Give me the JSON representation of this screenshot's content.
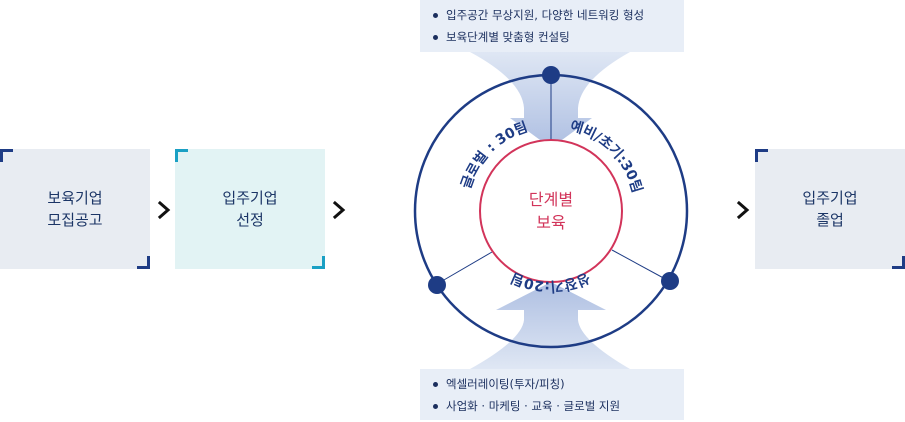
{
  "colors": {
    "navy": "#1e3c85",
    "teal": "#1aa0c4",
    "core_red": "#d2345a",
    "box_gray": "#e8ecf2",
    "box_teal": "#e2f3f4",
    "info_bg": "#e8eef7",
    "funnel": "#b8c8e6"
  },
  "steps": [
    {
      "lines": [
        "보육기업",
        "모집공고"
      ]
    },
    {
      "lines": [
        "입주기업",
        "선정"
      ]
    },
    {
      "lines": [
        "입주기업",
        "졸업"
      ]
    }
  ],
  "top_info": [
    "입주공간 무상지원, 다양한 네트워킹 형성",
    "보육단계별 맞춤형 컨설팅"
  ],
  "bottom_info": [
    "엑셀러레이팅(투자/피칭)",
    "사업화 · 마케팅 · 교육 · 글로벌 지원"
  ],
  "cycle": {
    "center_lines": [
      "단계별",
      "보육"
    ],
    "segments": {
      "left": "글로벌 : 30팀",
      "right": "예비/초기:30팀",
      "bottom": "성장기:20팀"
    }
  },
  "arrow_icon": "chevron-right-icon"
}
